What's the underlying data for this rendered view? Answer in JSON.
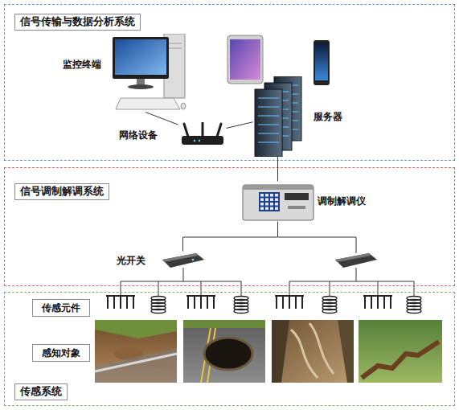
{
  "diagram": {
    "nodes": [
      {
        "text": [
          "信号传输与数据分析系统"
        ]
      },
      {
        "text": [
          "监控终端"
        ],
        "in": 0
      },
      {
        "text": [
          "网络设备"
        ],
        "in": 0
      },
      {
        "text": [
          "服务器"
        ],
        "in": 0
      },
      {
        "text": [
          "信号调制解调系统"
        ]
      },
      {
        "text": [
          "调制解调仪"
        ],
        "in": 4
      },
      {
        "text": [
          "光开关"
        ],
        "in": 4
      },
      {
        "text": [
          "传感系统"
        ]
      },
      {
        "text": [
          "传感元件"
        ],
        "in": 7
      },
      {
        "text": [
          "感知对象"
        ],
        "in": 7
      }
    ],
    "edges": [
      {
        "from": 1,
        "to": 2,
        "arrow": "none"
      },
      {
        "from": 2,
        "to": 3,
        "arrow": "none"
      },
      {
        "from": 3,
        "to": 5,
        "arrow": "none"
      },
      {
        "from": 5,
        "to": 6,
        "arrow": "none"
      }
    ]
  }
}
